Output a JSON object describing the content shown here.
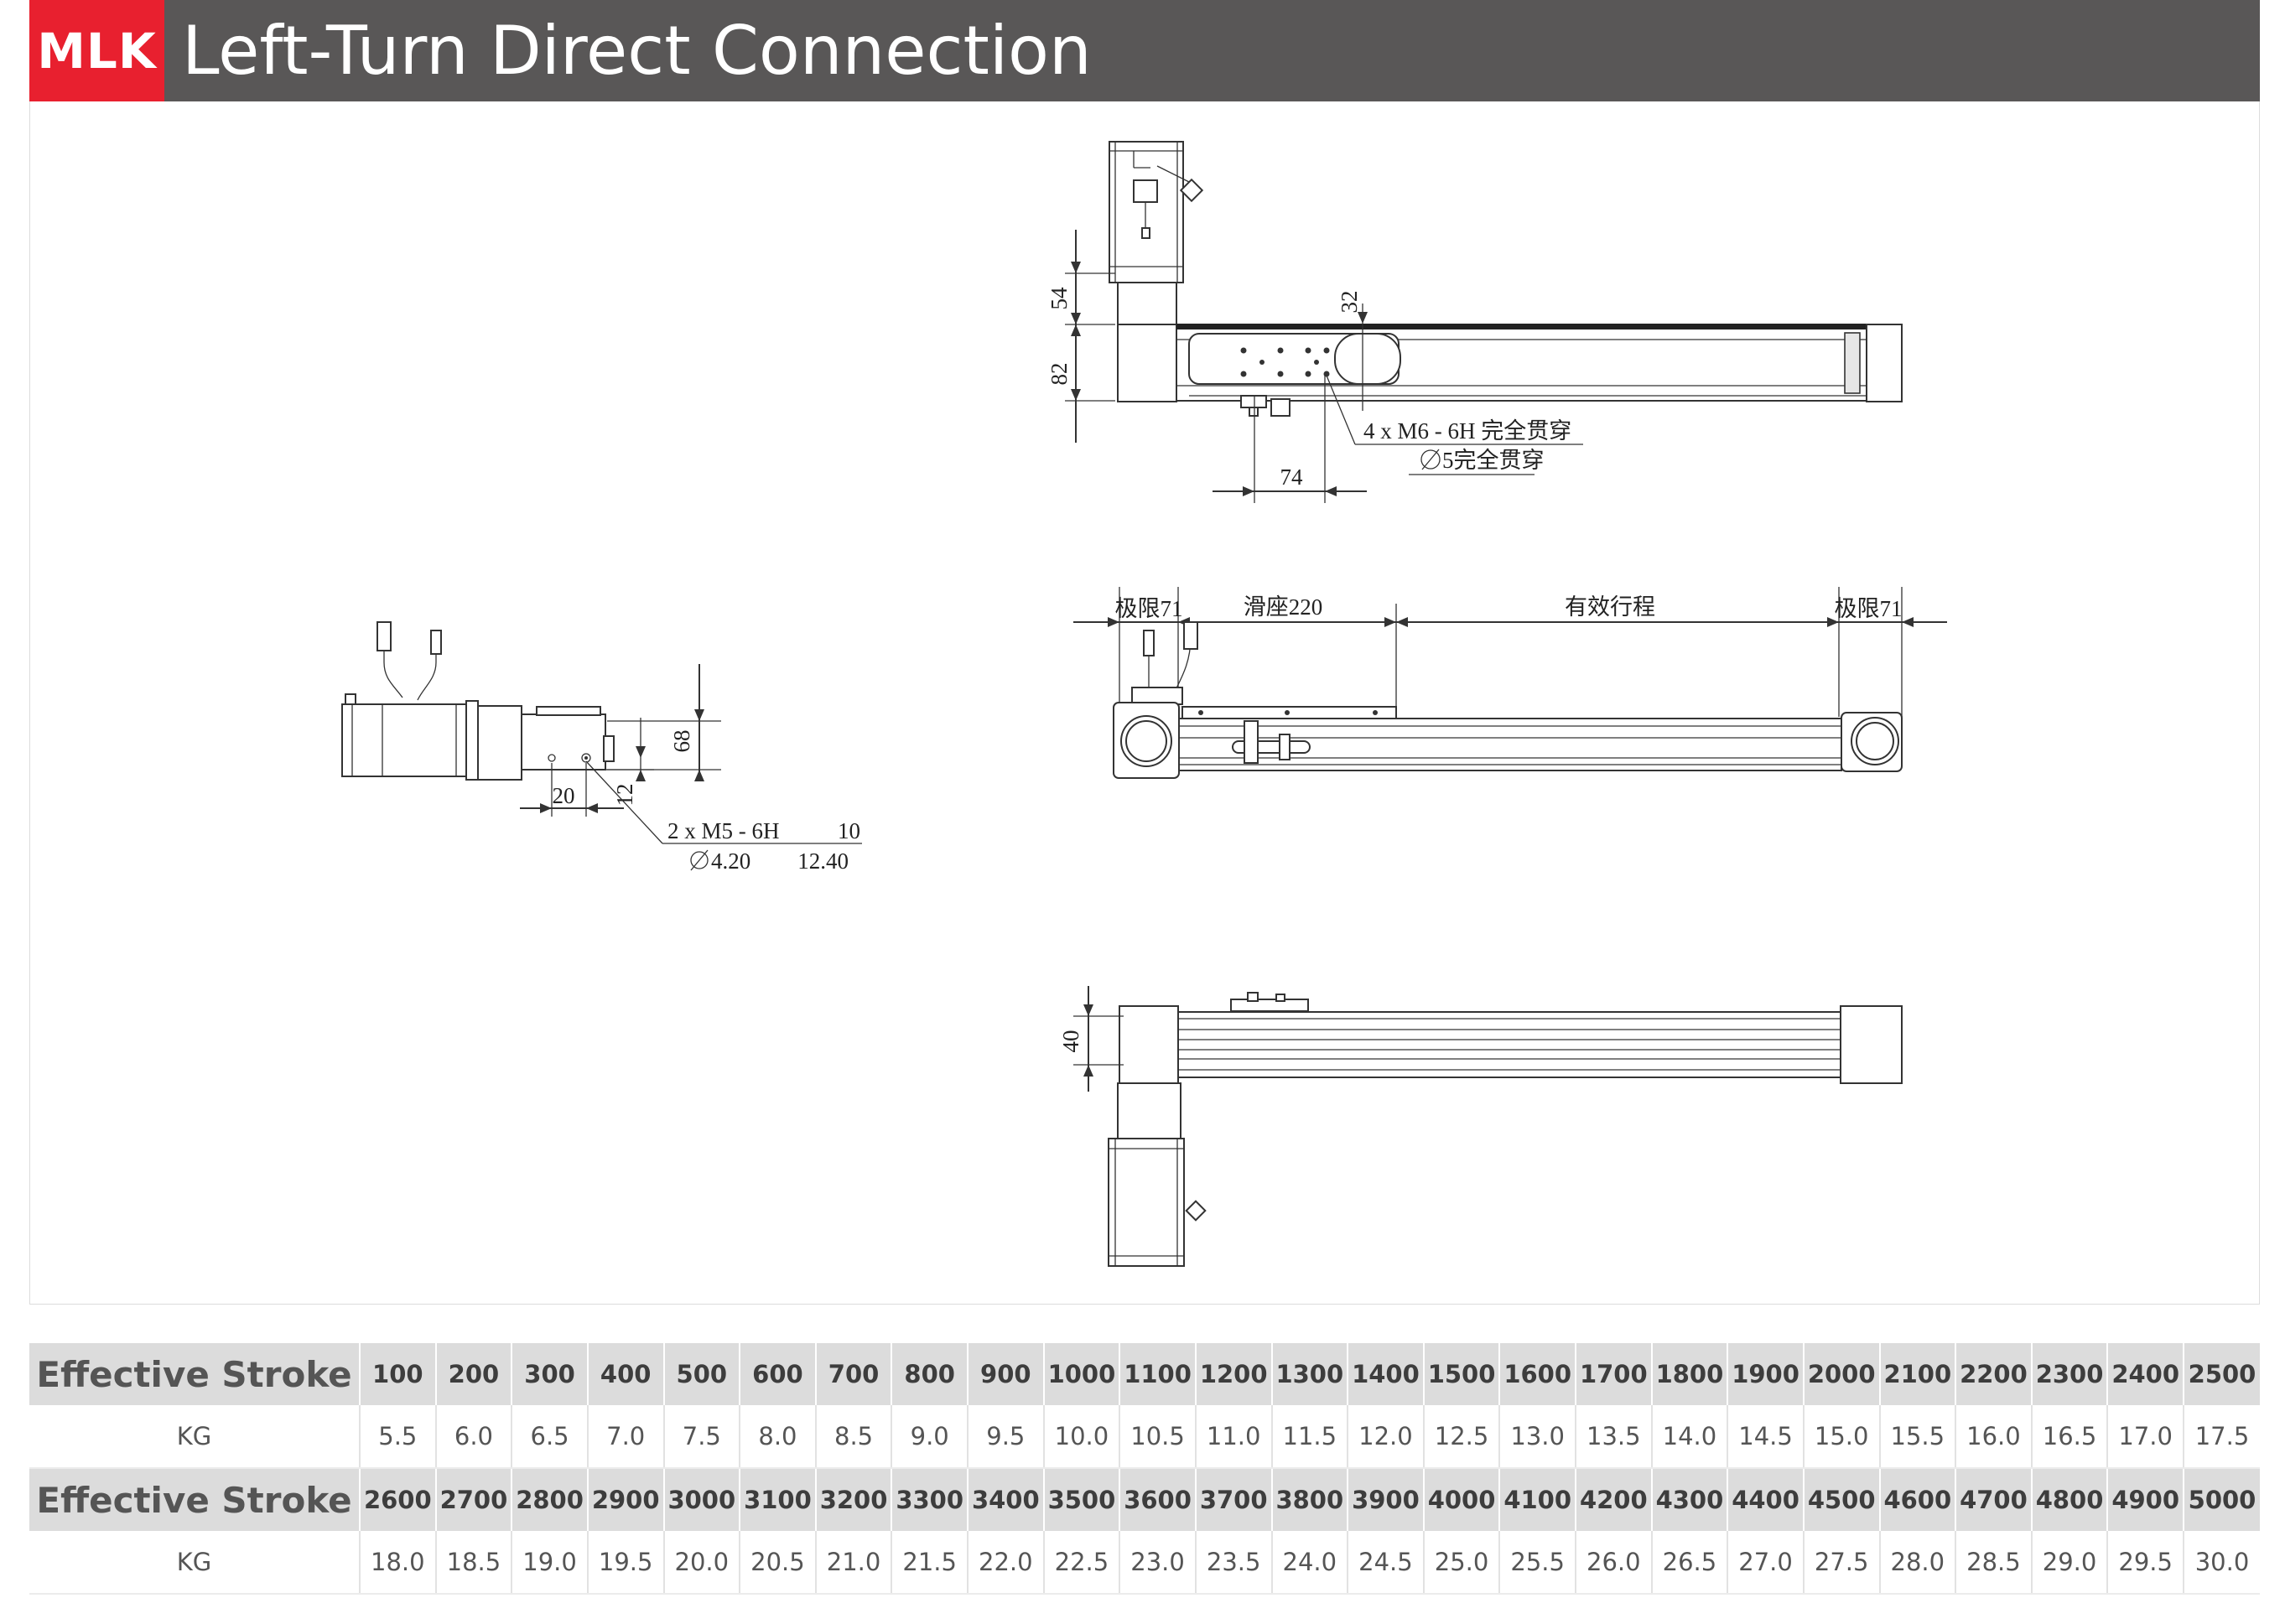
{
  "header": {
    "badge": "MLK",
    "title": "Left-Turn Direct Connection",
    "colors": {
      "badge": "#e8202f",
      "bar": "#595757"
    }
  },
  "drawing": {
    "top_view": {
      "dim_motor_height": "54",
      "dim_body_height": "82",
      "dim_hole_offset": "32",
      "dim_hole_spacing": "74",
      "note_holes": "4 x M6 - 6H 完全贯穿",
      "note_pin": "5完全贯穿"
    },
    "side_view": {
      "limit_left": "极限71",
      "slider": "滑座220",
      "effective_stroke": "有效行程",
      "limit_right": "极限71"
    },
    "end_view": {
      "dim_height": "68",
      "dim_width": "20",
      "dim_offset": "12",
      "note_holes": "2 x M5 - 6H",
      "note_depth": "10",
      "note_pin": "4.20",
      "note_pin_depth": "12.40"
    },
    "bottom_view": {
      "dim_height": "40"
    }
  },
  "table": {
    "row_label": "Effective Stroke",
    "weight_label": "KG",
    "strokes_1": [
      "100",
      "200",
      "300",
      "400",
      "500",
      "600",
      "700",
      "800",
      "900",
      "1000",
      "1100",
      "1200",
      "1300",
      "1400",
      "1500",
      "1600",
      "1700",
      "1800",
      "1900",
      "2000",
      "2100",
      "2200",
      "2300",
      "2400",
      "2500"
    ],
    "weights_1": [
      "5.5",
      "6.0",
      "6.5",
      "7.0",
      "7.5",
      "8.0",
      "8.5",
      "9.0",
      "9.5",
      "10.0",
      "10.5",
      "11.0",
      "11.5",
      "12.0",
      "12.5",
      "13.0",
      "13.5",
      "14.0",
      "14.5",
      "15.0",
      "15.5",
      "16.0",
      "16.5",
      "17.0",
      "17.5"
    ],
    "strokes_2": [
      "2600",
      "2700",
      "2800",
      "2900",
      "3000",
      "3100",
      "3200",
      "3300",
      "3400",
      "3500",
      "3600",
      "3700",
      "3800",
      "3900",
      "4000",
      "4100",
      "4200",
      "4300",
      "4400",
      "4500",
      "4600",
      "4700",
      "4800",
      "4900",
      "5000"
    ],
    "weights_2": [
      "18.0",
      "18.5",
      "19.0",
      "19.5",
      "20.0",
      "20.5",
      "21.0",
      "21.5",
      "22.0",
      "22.5",
      "23.0",
      "23.5",
      "24.0",
      "24.5",
      "25.0",
      "25.5",
      "26.0",
      "26.5",
      "27.0",
      "27.5",
      "28.0",
      "28.5",
      "29.0",
      "29.5",
      "30.0"
    ]
  }
}
